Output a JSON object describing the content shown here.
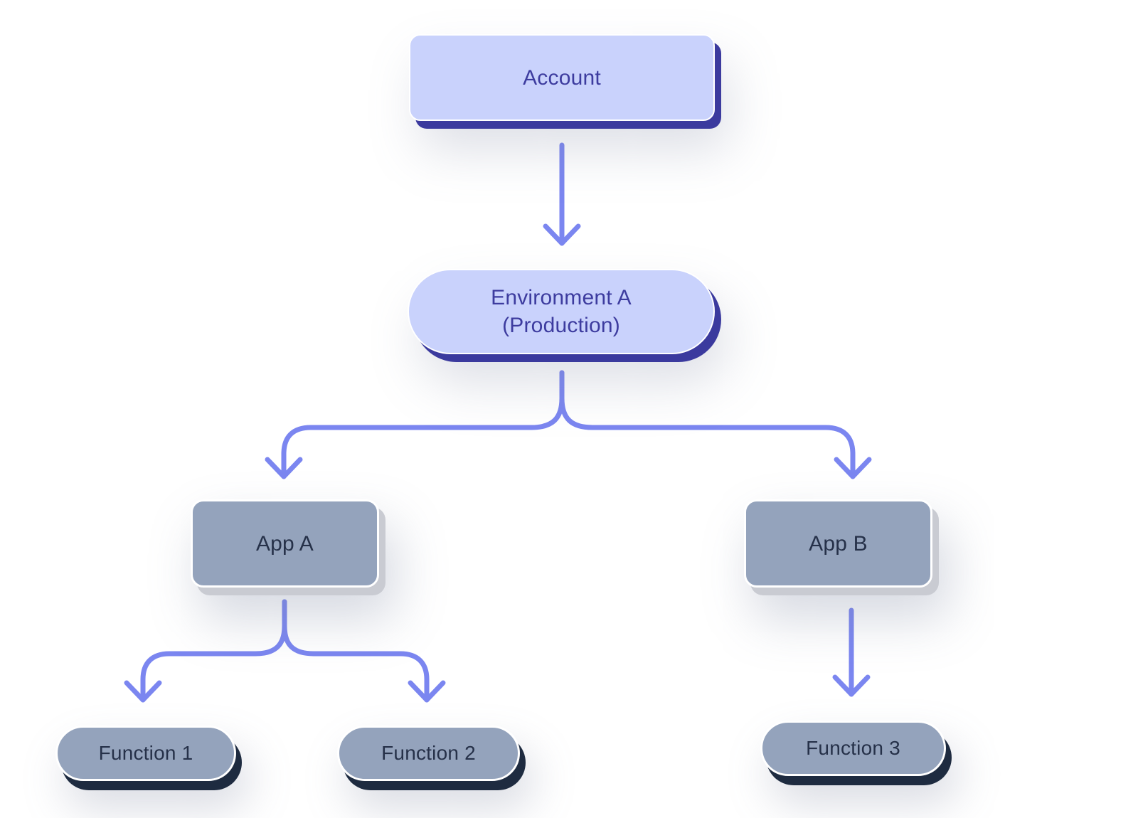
{
  "diagram": {
    "nodes": {
      "account": {
        "label": "Account"
      },
      "env_a": {
        "label_line1": "Environment A",
        "label_line2": "(Production)"
      },
      "app_a": {
        "label": "App A"
      },
      "app_b": {
        "label": "App B"
      },
      "fn_1": {
        "label": "Function 1"
      },
      "fn_2": {
        "label": "Function 2"
      },
      "fn_3": {
        "label": "Function 3"
      }
    },
    "edges": [
      {
        "from": "Account",
        "to": "Environment A (Production)"
      },
      {
        "from": "Environment A (Production)",
        "to": "App A"
      },
      {
        "from": "Environment A (Production)",
        "to": "App B"
      },
      {
        "from": "App A",
        "to": "Function 1"
      },
      {
        "from": "App A",
        "to": "Function 2"
      },
      {
        "from": "App B",
        "to": "Function 3"
      }
    ],
    "colors": {
      "primary_fill": "#c9d2fc",
      "primary_shadow": "#3b3a9e",
      "primary_text": "#3d3c9f",
      "secondary_fill": "#94a3bc",
      "secondary_shadow_light": "#c9cbd2",
      "secondary_shadow_dark": "#1e2b40",
      "secondary_text": "#263149",
      "arrow": "#7b86f0",
      "background": "#ffffff"
    }
  }
}
